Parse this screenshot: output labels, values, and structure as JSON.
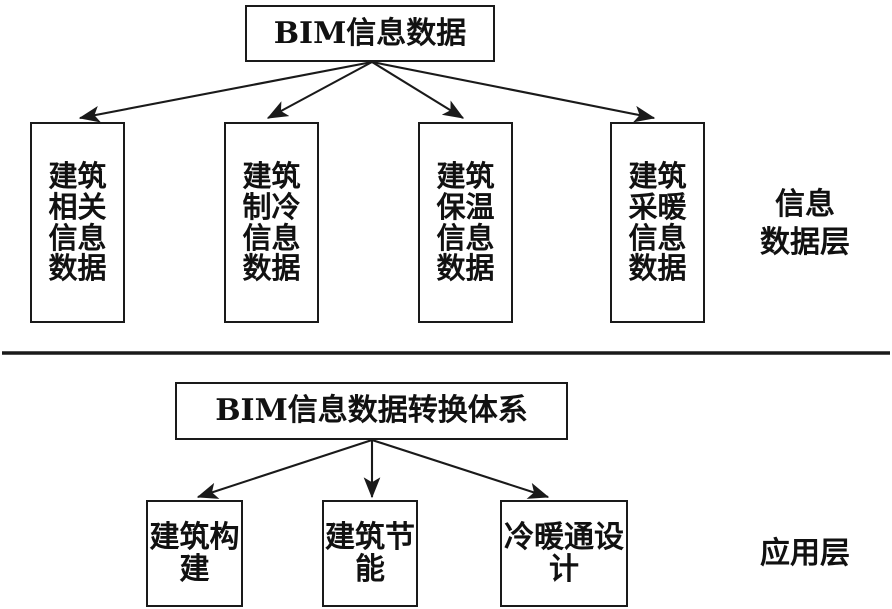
{
  "diagram": {
    "title_top": "BIM信息数据",
    "title_bottom": "BIM信息数据转换体系",
    "line_color": "#1a1a1a",
    "background": "#ffffff"
  },
  "information_layer": {
    "root": {
      "label": "BIM信息数据"
    },
    "layer_label": "信息\n数据层",
    "nodes": [
      {
        "label": "建筑相关信息数据"
      },
      {
        "label": "建筑制冷信息数据"
      },
      {
        "label": "建筑保温信息数据"
      },
      {
        "label": "建筑采暖信息数据"
      }
    ]
  },
  "application_layer": {
    "root": {
      "label": "BIM信息数据转换体系"
    },
    "layer_label": "应用层",
    "nodes": [
      {
        "label": "建筑构建"
      },
      {
        "label": "建筑节能"
      },
      {
        "label": "冷暖通设计"
      }
    ]
  }
}
